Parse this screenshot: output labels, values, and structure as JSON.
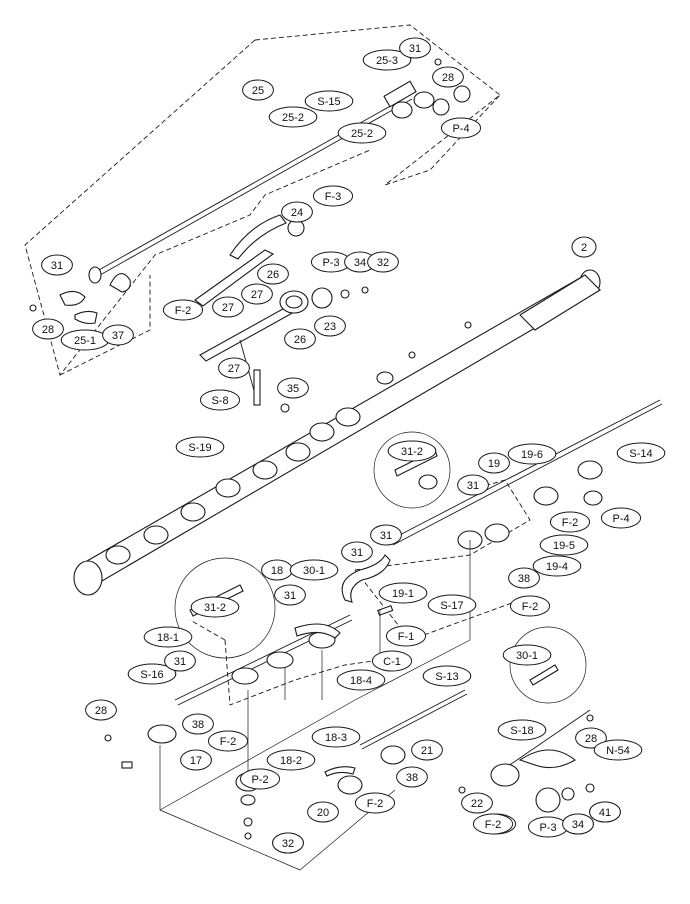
{
  "diagram": {
    "labels": [
      "25",
      "25-3",
      "31",
      "28",
      "S-15",
      "25-2",
      "25-2",
      "P-4",
      "F-3",
      "24",
      "2",
      "31",
      "26",
      "P-3",
      "34",
      "32",
      "F-2",
      "27",
      "27",
      "23",
      "28",
      "26",
      "25-1",
      "37",
      "27",
      "S-8",
      "35",
      "S-19",
      "31-2",
      "19",
      "19-6",
      "S-14",
      "31",
      "F-2",
      "P-4",
      "31",
      "19-5",
      "19-4",
      "31",
      "38",
      "19-1",
      "S-17",
      "F-2",
      "18",
      "30-1",
      "31-2",
      "F-1",
      "31",
      "18-1",
      "C-1",
      "S-16",
      "31",
      "18-4",
      "S-13",
      "30-1",
      "28",
      "38",
      "F-2",
      "S-18",
      "17",
      "18-3",
      "18-2",
      "21",
      "F-2",
      "P-2",
      "28",
      "N-54",
      "34",
      "F-2",
      "38",
      "41",
      "32",
      "20",
      "22",
      "F-2",
      "P-3",
      "34",
      "41",
      "32"
    ]
  }
}
